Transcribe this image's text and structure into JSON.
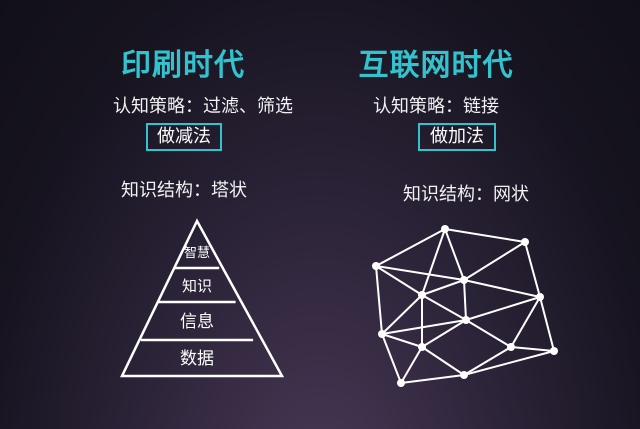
{
  "colors": {
    "accent": "#33c3cf",
    "line": "#ffffff"
  },
  "left": {
    "title": "印刷时代",
    "strategy": "认知策略：过滤、筛选",
    "method": "做减法",
    "structure": "知识结构：塔状",
    "pyramid": [
      "智慧",
      "知识",
      "信息",
      "数据"
    ]
  },
  "right": {
    "title": "互联网时代",
    "strategy": "认知策略：链接",
    "method": "做加法",
    "structure": "知识结构：网状"
  }
}
